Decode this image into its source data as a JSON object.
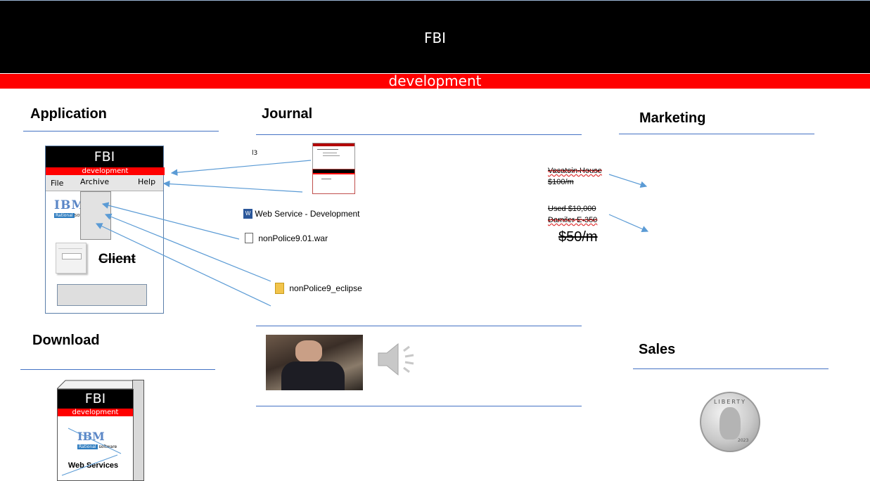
{
  "banner": {
    "title": "FBI",
    "subtitle": "development"
  },
  "sections": {
    "application": "Application",
    "journal": "Journal",
    "marketing": "Marketing",
    "download": "Download",
    "sales": "Sales"
  },
  "app_window": {
    "title": "FBI",
    "subtitle": "development",
    "menu": [
      "File",
      "Archive",
      "Help"
    ],
    "logo_text": "IBM",
    "logo_badge": "Rational",
    "logo_suffix": "softw",
    "client_label": "Client"
  },
  "journal": {
    "thumb_label": "l3",
    "files": [
      {
        "name": "Web Service - Development",
        "icon": "word-document-icon"
      },
      {
        "name": "nonPolice9.01.war",
        "icon": "file-icon"
      },
      {
        "name": "nonPolice9_eclipse",
        "icon": "zip-folder-icon"
      }
    ],
    "media": {
      "video_icon": "video-thumbnail",
      "audio_icon": "speaker-icon"
    }
  },
  "marketing": {
    "item1_line1": "Vacatoin House",
    "item1_line2": "$100/m",
    "item2_line1": "Used $10,000",
    "item2_line2": "Damiler E-350",
    "price": "$50/m"
  },
  "download_box": {
    "title": "FBI",
    "subtitle": "development",
    "logo_text": "IBM",
    "logo_badge": "Rational",
    "logo_suffix": "software",
    "caption": "Web Services"
  },
  "sales": {
    "coin_text": "LIBERTY",
    "coin_year": "2023"
  },
  "colors": {
    "accent_red": "#ff0000",
    "rule_blue": "#4472c4",
    "arrow_blue": "#5b9bd5"
  }
}
